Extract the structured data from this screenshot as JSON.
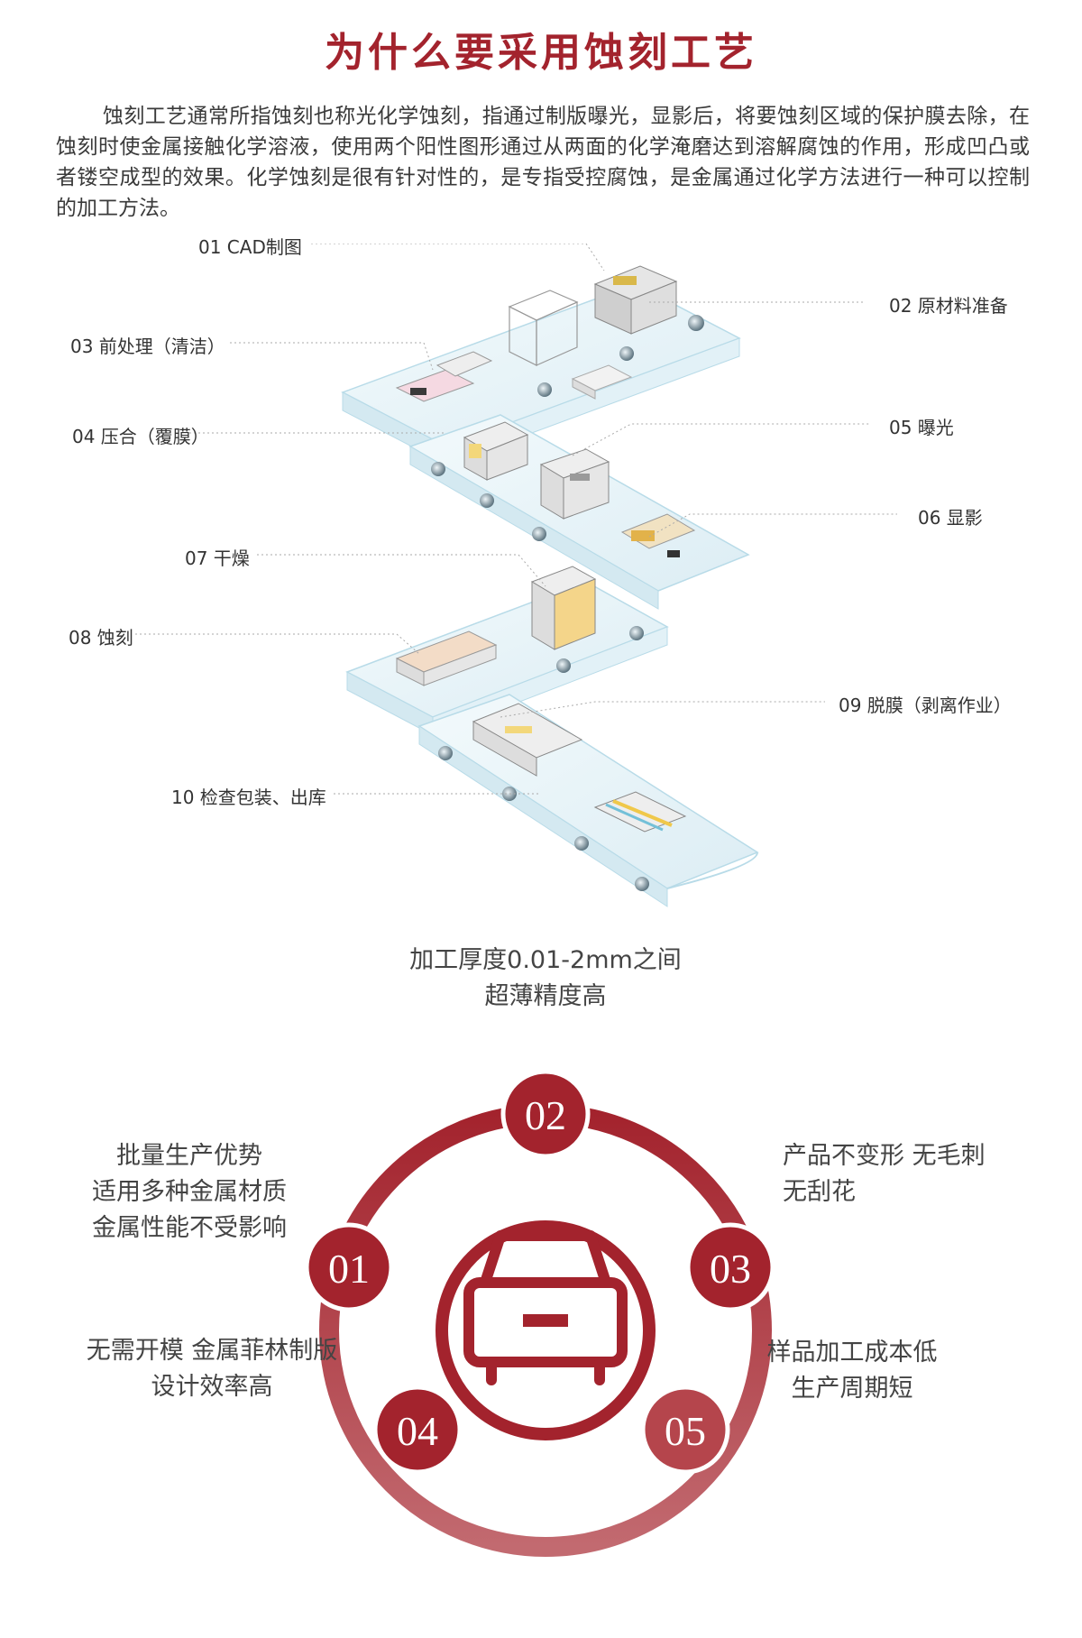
{
  "page": {
    "title": "为什么要采用蚀刻工艺",
    "intro": "蚀刻工艺通常所指蚀刻也称光化学蚀刻，指通过制版曝光，显影后，将要蚀刻区域的保护膜去除，在蚀刻时使金属接触化学溶液，使用两个阳性图形通过从两面的化学淹磨达到溶解腐蚀的作用，形成凹凸或者镂空成型的效果。化学蚀刻是很有针对性的，是专指受控腐蚀，是金属通过化学方法进行一种可以控制的加工方法。"
  },
  "steps": [
    {
      "label": "01 CAD制图"
    },
    {
      "label": "02 原材料准备"
    },
    {
      "label": "03 前处理（清洁）"
    },
    {
      "label": "04 压合（覆膜）"
    },
    {
      "label": "05 曝光"
    },
    {
      "label": "06 显影"
    },
    {
      "label": "07 干燥"
    },
    {
      "label": "08 蚀刻"
    },
    {
      "label": "09 脱膜（剥离作业）"
    },
    {
      "label": "10 检查包装、出库"
    }
  ],
  "features": [
    {
      "num": "02",
      "text": "加工厚度0.01-2mm之间\n超薄精度高"
    },
    {
      "num": "01",
      "text": "批量生产优势\n适用多种金属材质\n金属性能不受影响"
    },
    {
      "num": "03",
      "text": "产品不变形 无毛刺\n无刮花"
    },
    {
      "num": "04",
      "text": "无需开模 金属菲林制版\n设计效率高"
    },
    {
      "num": "05",
      "text": "样品加工成本低\n生产周期短"
    }
  ],
  "colors": {
    "accent": "#a3232d",
    "accent_light": "#c0666c",
    "belt": "#e6f3f8",
    "belt_edge": "#9fcfe0"
  },
  "icons": {
    "center": "car-icon"
  }
}
